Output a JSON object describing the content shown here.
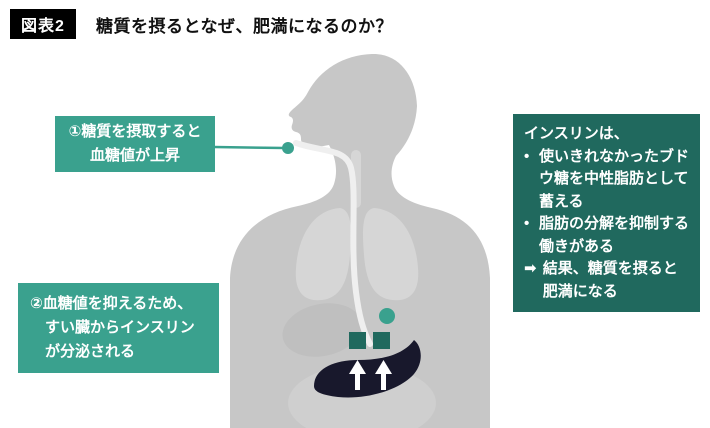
{
  "header": {
    "figure_label": "図表2",
    "title": "糖質を摂るとなぜ、肥満になるのか？"
  },
  "callout_step1": {
    "line1": "①糖質を摂取すると",
    "line2": "血糖値が上昇"
  },
  "callout_step2": {
    "line1": "②血糖値を抑えるため、",
    "line2": "すい臓からインスリン",
    "line3": "が分泌される"
  },
  "insulin_box": {
    "title": "インスリンは、",
    "bullet_marker": "•",
    "bullets": [
      "使いきれなかったブドウ糖を中性脂肪として蓄える",
      "脂肪の分解を抑制する働きがある"
    ],
    "arrow_marker": "➡",
    "conclusion": "結果、糖質を摂ると肥満になる"
  },
  "colors": {
    "teal": "#3aa18e",
    "dark_teal": "#20695e",
    "body_gray": "#c7c7c7",
    "organ_gray": "#d6d6d6",
    "stomach_dark": "#18182c",
    "label_bg": "#000000"
  }
}
